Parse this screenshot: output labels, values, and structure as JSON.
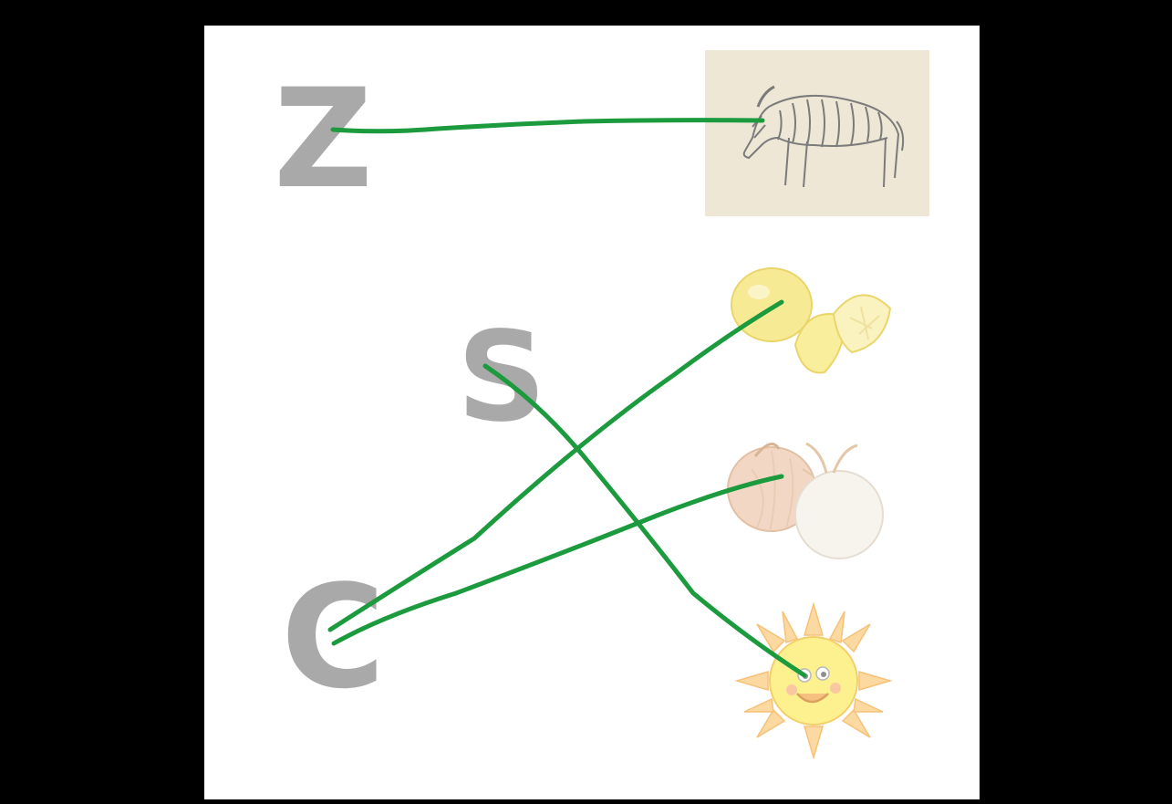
{
  "worksheet": {
    "letters": {
      "z": "Z",
      "s": "S",
      "c": "C"
    },
    "pictures": [
      "zebra",
      "lemon",
      "onion",
      "sun"
    ],
    "connections": [
      {
        "from": "Z",
        "to": "zebra"
      },
      {
        "from": "S",
        "to": "sun"
      },
      {
        "from": "C",
        "to": "lemon"
      },
      {
        "from": "C",
        "to": "onion"
      }
    ],
    "line_color": "#1c9a3e",
    "letter_color": "#a9a9a9"
  }
}
